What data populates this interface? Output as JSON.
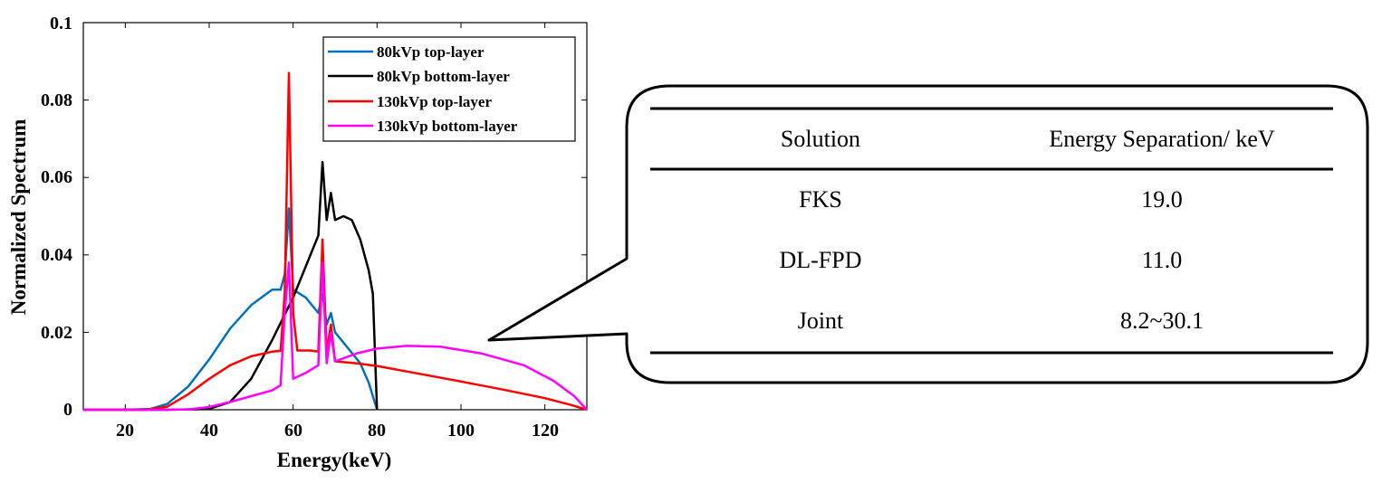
{
  "chart_data": {
    "type": "line",
    "xlabel": "Energy(keV)",
    "ylabel": "Normalized Spectrum",
    "xlim": [
      10,
      130
    ],
    "ylim": [
      0,
      0.1
    ],
    "xticks": [
      "20",
      "40",
      "60",
      "80",
      "100",
      "120"
    ],
    "yticks": [
      "0",
      "0.02",
      "0.04",
      "0.06",
      "0.08",
      "0.1"
    ],
    "legend_position": "top-right",
    "series": [
      {
        "name": "80kVp top-layer",
        "color": "#0072BD",
        "points": [
          [
            10,
            0
          ],
          [
            20,
            0
          ],
          [
            26,
            0.0002
          ],
          [
            30,
            0.0015
          ],
          [
            35,
            0.006
          ],
          [
            40,
            0.013
          ],
          [
            45,
            0.021
          ],
          [
            50,
            0.027
          ],
          [
            55,
            0.031
          ],
          [
            57,
            0.031
          ],
          [
            58,
            0.035
          ],
          [
            59,
            0.052
          ],
          [
            60,
            0.031
          ],
          [
            63,
            0.029
          ],
          [
            66,
            0.025
          ],
          [
            67,
            0.03
          ],
          [
            68,
            0.022
          ],
          [
            69,
            0.025
          ],
          [
            70,
            0.02
          ],
          [
            73,
            0.016
          ],
          [
            76,
            0.012
          ],
          [
            78,
            0.007
          ],
          [
            80,
            0
          ]
        ]
      },
      {
        "name": "80kVp bottom-layer",
        "color": "#000000",
        "points": [
          [
            10,
            0
          ],
          [
            30,
            0
          ],
          [
            40,
            0.0002
          ],
          [
            45,
            0.002
          ],
          [
            50,
            0.008
          ],
          [
            55,
            0.018
          ],
          [
            60,
            0.029
          ],
          [
            63,
            0.037
          ],
          [
            66,
            0.045
          ],
          [
            67,
            0.064
          ],
          [
            68,
            0.049
          ],
          [
            69,
            0.056
          ],
          [
            70,
            0.049
          ],
          [
            72,
            0.05
          ],
          [
            74,
            0.049
          ],
          [
            76,
            0.044
          ],
          [
            78,
            0.036
          ],
          [
            79,
            0.03
          ],
          [
            80,
            0
          ]
        ]
      },
      {
        "name": "130kVp top-layer",
        "color": "#FF0000",
        "points": [
          [
            10,
            0
          ],
          [
            25,
            0
          ],
          [
            30,
            0.0008
          ],
          [
            35,
            0.004
          ],
          [
            40,
            0.008
          ],
          [
            45,
            0.0115
          ],
          [
            50,
            0.0138
          ],
          [
            55,
            0.015
          ],
          [
            57,
            0.0152
          ],
          [
            58,
            0.03
          ],
          [
            59,
            0.087
          ],
          [
            60,
            0.025
          ],
          [
            61,
            0.0153
          ],
          [
            64,
            0.0153
          ],
          [
            66,
            0.015
          ],
          [
            67,
            0.044
          ],
          [
            68,
            0.015
          ],
          [
            69,
            0.022
          ],
          [
            70,
            0.0125
          ],
          [
            75,
            0.012
          ],
          [
            80,
            0.0113
          ],
          [
            90,
            0.0093
          ],
          [
            100,
            0.0073
          ],
          [
            110,
            0.0052
          ],
          [
            120,
            0.003
          ],
          [
            126,
            0.0013
          ],
          [
            130,
            0
          ]
        ]
      },
      {
        "name": "130kVp bottom-layer",
        "color": "#FF00FF",
        "points": [
          [
            10,
            0
          ],
          [
            30,
            0
          ],
          [
            35,
            0.0001
          ],
          [
            40,
            0.0007
          ],
          [
            45,
            0.002
          ],
          [
            50,
            0.0035
          ],
          [
            55,
            0.005
          ],
          [
            57,
            0.0063
          ],
          [
            58,
            0.025
          ],
          [
            59,
            0.038
          ],
          [
            60,
            0.008
          ],
          [
            63,
            0.0095
          ],
          [
            66,
            0.0115
          ],
          [
            67,
            0.038
          ],
          [
            68,
            0.012
          ],
          [
            69,
            0.02
          ],
          [
            70,
            0.0125
          ],
          [
            75,
            0.0145
          ],
          [
            80,
            0.0158
          ],
          [
            87,
            0.0165
          ],
          [
            95,
            0.0163
          ],
          [
            105,
            0.0145
          ],
          [
            115,
            0.0115
          ],
          [
            122,
            0.0075
          ],
          [
            127,
            0.0035
          ],
          [
            130,
            0
          ]
        ]
      }
    ]
  },
  "table": {
    "headers": [
      "Solution",
      "Energy Separation/ keV"
    ],
    "rows": [
      {
        "solution": "FKS",
        "value": "19.0"
      },
      {
        "solution": "DL-FPD",
        "value": "11.0"
      },
      {
        "solution": "Joint",
        "value": "8.2~30.1"
      }
    ]
  }
}
